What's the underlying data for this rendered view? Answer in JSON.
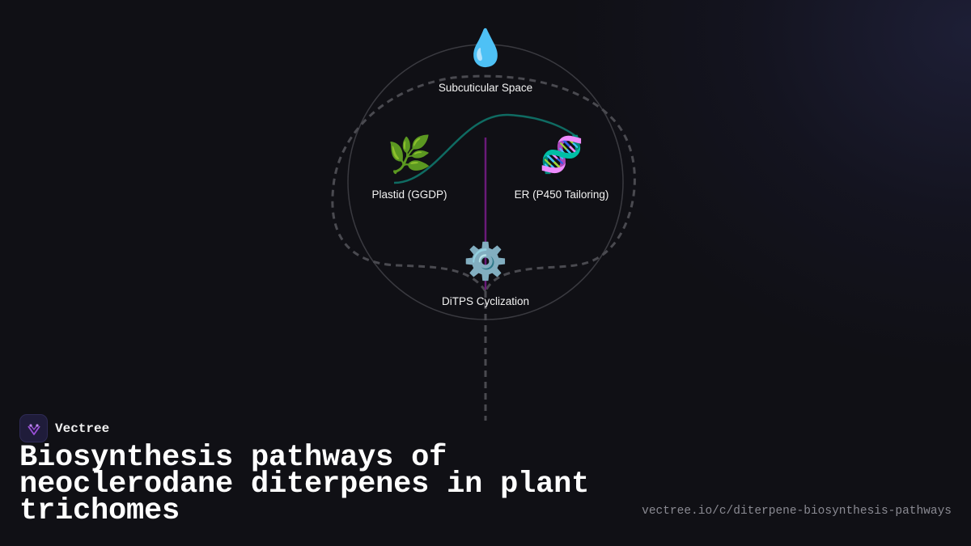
{
  "diagram": {
    "nodes": [
      {
        "id": "subcuticular",
        "icon": "water-droplet-icon",
        "glyph": "💧",
        "label": "Subcuticular Space"
      },
      {
        "id": "plastid",
        "icon": "herb-leaf-icon",
        "glyph": "🌿",
        "label": "Plastid (GGDP)"
      },
      {
        "id": "er",
        "icon": "dna-icon",
        "glyph": "🧬",
        "label": "ER (P450 Tailoring)"
      },
      {
        "id": "ditps",
        "icon": "gear-icon",
        "glyph": "⚙️",
        "label": "DiTPS Cyclization"
      }
    ],
    "colors": {
      "outline": "#3a3a40",
      "dashed": "#4a4a50",
      "curve": "#0f6b62",
      "axis": "#6a1a78"
    }
  },
  "brand": {
    "name": "Vectree",
    "logo_color": "#9a4fd8"
  },
  "title": "Biosynthesis pathways of neoclerodane diterpenes in plant trichomes",
  "url": "vectree.io/c/diterpene-biosynthesis-pathways"
}
